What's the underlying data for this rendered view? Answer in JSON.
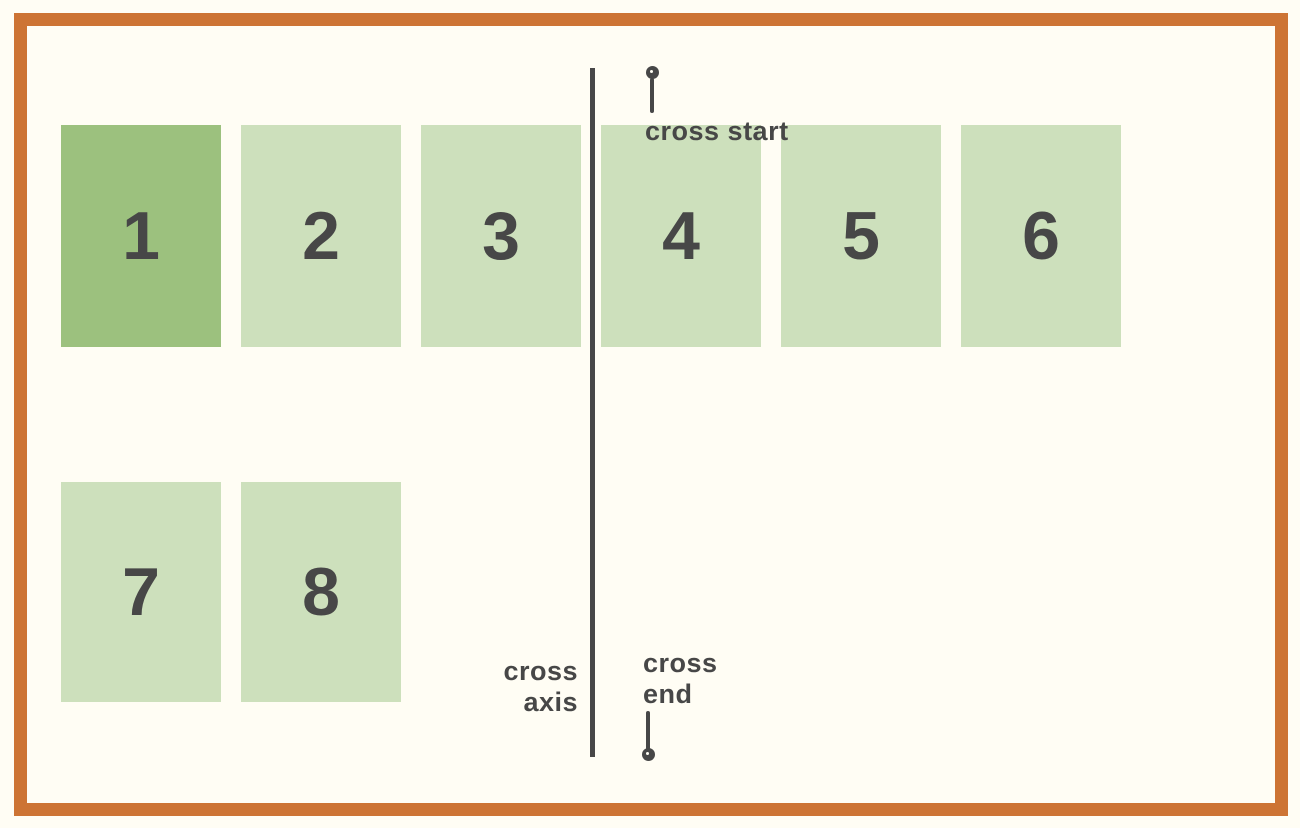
{
  "diagram": {
    "title_concept": "flexbox cross axis",
    "items": [
      {
        "label": "1",
        "highlighted": true
      },
      {
        "label": "2",
        "highlighted": false
      },
      {
        "label": "3",
        "highlighted": false
      },
      {
        "label": "4",
        "highlighted": false
      },
      {
        "label": "5",
        "highlighted": false
      },
      {
        "label": "6",
        "highlighted": false
      },
      {
        "label": "7",
        "highlighted": false
      },
      {
        "label": "8",
        "highlighted": false
      }
    ],
    "labels": {
      "cross_start": "cross start",
      "cross_axis_line1": "cross",
      "cross_axis_line2": "axis",
      "cross_end_line1": "cross",
      "cross_end_line2": "end"
    },
    "colors": {
      "background": "#fffdf4",
      "frame": "#cd7434",
      "item": "#cde0bc",
      "item_highlight": "#9cc17e",
      "ink": "#474747"
    }
  }
}
